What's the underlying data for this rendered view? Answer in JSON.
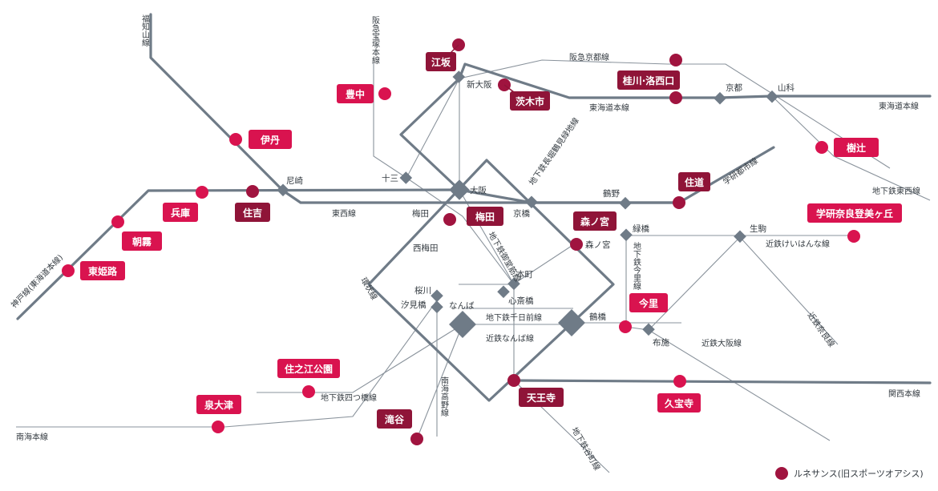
{
  "colors": {
    "line": "#6f7b87",
    "thin_line": "#8a939c",
    "label_bg": "#d9134f",
    "label_bg_dark": "#8f1438",
    "club_dot": "#d9134f",
    "club_dot_dark": "#a0143f",
    "legend_dot": "#a0143f"
  },
  "legend": {
    "label": "ルネサンス(旧スポーツオアシス)"
  },
  "line_names": {
    "fukuchiyama": "福知山線",
    "takarazuka": "阪急宝塚本線",
    "hankyu_kyoto": "阪急京都線",
    "tokaido_1": "東海道本線",
    "tokaido_2": "東海道本線",
    "tozai_jr": "東西線",
    "tozai_subway": "地下鉄東西線",
    "gakkentoshi": "学研都市線",
    "kobe": "神戸線(東海道本線)",
    "nagahori": "地下鉄長堀鶴見緑地線",
    "midosuji": "地下鉄御堂筋線",
    "imazato": "地下鉄今里線",
    "keihanna": "近鉄けいはんな線",
    "kintetsu_nara": "近鉄奈良線",
    "loop": "環状線",
    "sennichimae": "地下鉄千日前線",
    "kintetsu_namba": "近鉄なんば線",
    "kintetsu_osaka": "近鉄大阪線",
    "yotsubashi": "地下鉄四つ橋線",
    "nankai_koya": "南海高野線",
    "nankai": "南海本線",
    "tanimachi": "地下鉄谷町線",
    "kansai": "関西本線"
  },
  "stations": {
    "shinosaka": "新大阪",
    "kyoto": "京都",
    "yamashina": "山科",
    "juso": "十三",
    "amagasaki": "尼崎",
    "osaka": "大阪",
    "umeda": "梅田",
    "nishiumeda": "西梅田",
    "kyobashi": "京橋",
    "tsurumi": "鶴野",
    "morinomiya": "森ノ宮",
    "midoribashi": "緑橋",
    "ikoma": "生駒",
    "honmachi": "本町",
    "sakuragawa": "桜川",
    "shiomibashi": "汐見橋",
    "namba": "なんば",
    "shinsaibashi": "心斎橋",
    "tsuruhashi": "鶴橋",
    "fuse": "布施"
  },
  "clubs": {
    "esaka": "江坂",
    "toyonaka": "豊中",
    "ibaraki": "茨木市",
    "katsuragawa": "桂川·洛西口",
    "itami": "伊丹",
    "kashiwai": "樹辻",
    "sumimichi": "住道",
    "hyogo": "兵庫",
    "sumiyoshi": "住吉",
    "asagiri": "朝霧",
    "higashihimeji": "東姫路",
    "umeda": "梅田",
    "morinomiya": "森ノ宮",
    "gakken_nara": "学研奈良登美ヶ丘",
    "imazato": "今里",
    "suminoe": "住之江公園",
    "izumiotsu": "泉大津",
    "takidani": "滝谷",
    "tennoji": "天王寺",
    "kubouji": "久宝寺"
  }
}
